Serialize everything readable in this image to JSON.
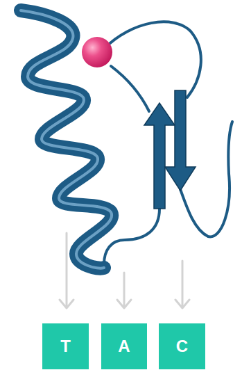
{
  "diagram": {
    "nodes": [
      {
        "text": [
          "T"
        ]
      },
      {
        "text": [
          "A"
        ]
      },
      {
        "text": [
          "C"
        ]
      }
    ]
  }
}
